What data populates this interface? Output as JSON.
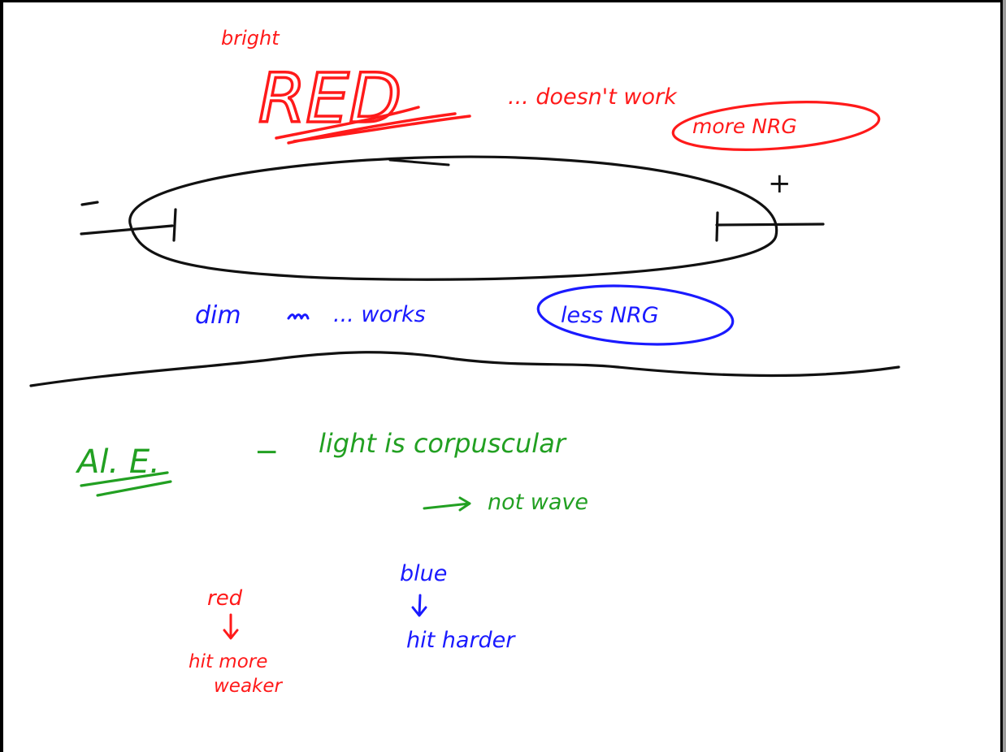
{
  "colors": {
    "red": "#ff1a1a",
    "blue": "#1a1aff",
    "green": "#22a022",
    "black": "#111111"
  },
  "notes": {
    "bright": "bright",
    "red_big": "RED",
    "doesnt_work": "... doesn't work",
    "more_nrg": "more NRG",
    "minus_sign": "−",
    "plus_sign": "+",
    "dim": "dim",
    "dim_ellipsis": "... works",
    "less_nrg": "less NRG",
    "ae": "Al. E.",
    "dash": "−",
    "corpuscular": "light is corpuscular",
    "not_wave": "not wave",
    "red_word": "red",
    "hit_more": "hit more",
    "weaker": "weaker",
    "blue_word": "blue",
    "hit_harder": "hit harder"
  }
}
